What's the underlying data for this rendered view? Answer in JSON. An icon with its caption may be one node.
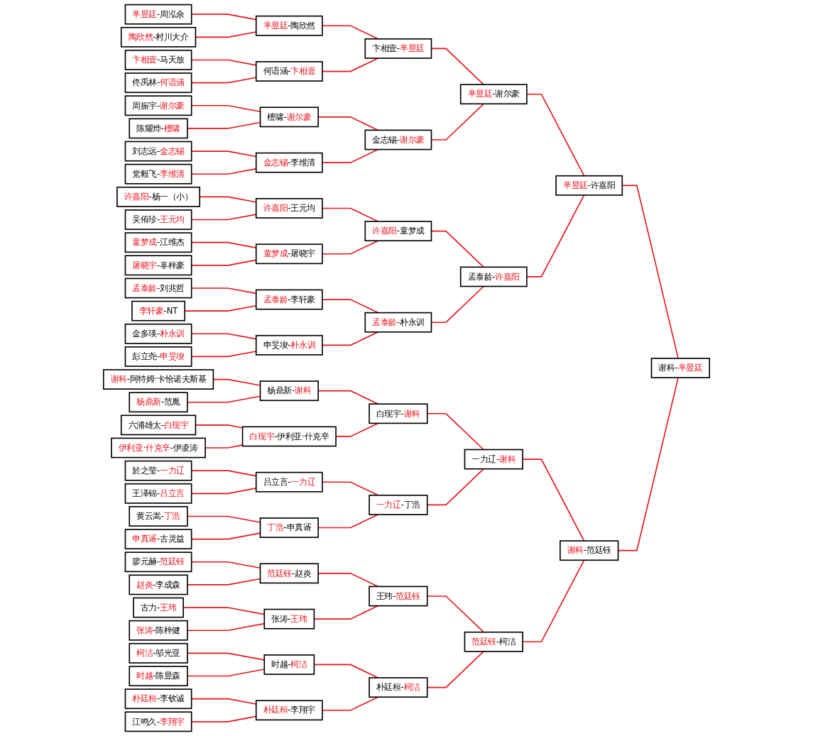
{
  "diagram": {
    "nodes": [
      {
        "text": [
          "**芈昱廷**-周泓余"
        ]
      },
      {
        "text": [
          "**陶欣然**-村川大介"
        ]
      },
      {
        "text": [
          "**卞相壹**-马天放"
        ]
      },
      {
        "text": [
          "佟禹林-**何语涵**"
        ]
      },
      {
        "text": [
          "周振宇-**谢尔豪**"
        ]
      },
      {
        "text": [
          "陈耀烨-**檀啸**"
        ]
      },
      {
        "text": [
          "刘志远-**金志锡**"
        ]
      },
      {
        "text": [
          "党毅飞-**李维清**"
        ]
      },
      {
        "text": [
          "**许嘉阳**-杨一（小）"
        ]
      },
      {
        "text": [
          "吴侑珍-**王元均**"
        ]
      },
      {
        "text": [
          "**童梦成**-江维杰"
        ]
      },
      {
        "text": [
          "**屠晓宇**-辜梓豪"
        ]
      },
      {
        "text": [
          "**孟泰龄**-刘兆哲"
        ]
      },
      {
        "text": [
          "**李轩豪**-NT"
        ]
      },
      {
        "text": [
          "金多瑛-**朴永训**"
        ]
      },
      {
        "text": [
          "彭立尧-**申旻埈**"
        ]
      },
      {
        "text": [
          "**谢科**-阿特姆·卡恰诺夫斯基"
        ]
      },
      {
        "text": [
          "**杨鼎新**-范胤"
        ]
      },
      {
        "text": [
          "六浦雄太-**白现宇**"
        ]
      },
      {
        "text": [
          "**伊利亚·什克辛**-伊凌涛"
        ]
      },
      {
        "text": [
          "於之莹-**一力辽**"
        ]
      },
      {
        "text": [
          "王泽锦-**吕立言**"
        ]
      },
      {
        "text": [
          "黄云嵩-**丁浩**"
        ]
      },
      {
        "text": [
          "**申真谞**-古灵益"
        ]
      },
      {
        "text": [
          "廖元赫-**范廷钰**"
        ]
      },
      {
        "text": [
          "**赵炎**-李成森"
        ]
      },
      {
        "text": [
          "古力-**王玮**"
        ]
      },
      {
        "text": [
          "**张涛**-陈梓健"
        ]
      },
      {
        "text": [
          "**柯洁**-邬光亚"
        ]
      },
      {
        "text": [
          "**时越**-陈昱森"
        ]
      },
      {
        "text": [
          "**朴廷桓**-李钦诚"
        ]
      },
      {
        "text": [
          "江鸣久-**李翔宇**"
        ]
      },
      {
        "text": [
          "**芈昱廷**-陶欣然"
        ]
      },
      {
        "text": [
          "何语涵-**卞相壹**"
        ]
      },
      {
        "text": [
          "檀啸-**谢尔豪**"
        ]
      },
      {
        "text": [
          "**金志锡**-李维清"
        ]
      },
      {
        "text": [
          "**许嘉阳**-王元均"
        ]
      },
      {
        "text": [
          "**童梦成**-屠晓宇"
        ]
      },
      {
        "text": [
          "**孟泰龄**-李轩豪"
        ]
      },
      {
        "text": [
          "申旻埈-**朴永训**"
        ]
      },
      {
        "text": [
          "杨鼎新-**谢科**"
        ]
      },
      {
        "text": [
          "**白现宇**-伊利亚·什克辛"
        ]
      },
      {
        "text": [
          "吕立言-**一力辽**"
        ]
      },
      {
        "text": [
          "**丁浩**-申真谞"
        ]
      },
      {
        "text": [
          "**范廷钰**-赵炎"
        ]
      },
      {
        "text": [
          "张涛-**王玮**"
        ]
      },
      {
        "text": [
          "时越-**柯洁**"
        ]
      },
      {
        "text": [
          "**朴廷桓**-李翔宇"
        ]
      },
      {
        "text": [
          "卞相壹-**芈昱廷**"
        ]
      },
      {
        "text": [
          "金志锡-**谢尔豪**"
        ]
      },
      {
        "text": [
          "**许嘉阳**-童梦成"
        ]
      },
      {
        "text": [
          "**孟泰龄**-朴永训"
        ]
      },
      {
        "text": [
          "白现宇-**谢科**"
        ]
      },
      {
        "text": [
          "**一力辽**-丁浩"
        ]
      },
      {
        "text": [
          "王玮-**范廷钰**"
        ]
      },
      {
        "text": [
          "朴廷桓-**柯洁**"
        ]
      },
      {
        "text": [
          "**芈昱廷**-谢尔豪"
        ]
      },
      {
        "text": [
          "孟泰龄-**许嘉阳**"
        ]
      },
      {
        "text": [
          "一力辽-**谢科**"
        ]
      },
      {
        "text": [
          "**范廷钰**-柯洁"
        ]
      },
      {
        "text": [
          "**芈昱廷**-许嘉阳"
        ]
      },
      {
        "text": [
          "**谢科**-范廷钰"
        ]
      },
      {
        "text": [
          "谢科-**芈昱廷**"
        ]
      }
    ],
    "edges": [
      {
        "from": 0,
        "to": 32,
        "arrow": "none"
      },
      {
        "from": 1,
        "to": 32,
        "arrow": "none"
      },
      {
        "from": 2,
        "to": 33,
        "arrow": "none"
      },
      {
        "from": 3,
        "to": 33,
        "arrow": "none"
      },
      {
        "from": 4,
        "to": 34,
        "arrow": "none"
      },
      {
        "from": 5,
        "to": 34,
        "arrow": "none"
      },
      {
        "from": 6,
        "to": 35,
        "arrow": "none"
      },
      {
        "from": 7,
        "to": 35,
        "arrow": "none"
      },
      {
        "from": 8,
        "to": 36,
        "arrow": "none"
      },
      {
        "from": 9,
        "to": 36,
        "arrow": "none"
      },
      {
        "from": 10,
        "to": 37,
        "arrow": "none"
      },
      {
        "from": 11,
        "to": 37,
        "arrow": "none"
      },
      {
        "from": 12,
        "to": 38,
        "arrow": "none"
      },
      {
        "from": 13,
        "to": 38,
        "arrow": "none"
      },
      {
        "from": 14,
        "to": 39,
        "arrow": "none"
      },
      {
        "from": 15,
        "to": 39,
        "arrow": "none"
      },
      {
        "from": 16,
        "to": 40,
        "arrow": "none"
      },
      {
        "from": 17,
        "to": 40,
        "arrow": "none"
      },
      {
        "from": 18,
        "to": 41,
        "arrow": "none"
      },
      {
        "from": 19,
        "to": 41,
        "arrow": "none"
      },
      {
        "from": 20,
        "to": 42,
        "arrow": "none"
      },
      {
        "from": 21,
        "to": 42,
        "arrow": "none"
      },
      {
        "from": 22,
        "to": 43,
        "arrow": "none"
      },
      {
        "from": 23,
        "to": 43,
        "arrow": "none"
      },
      {
        "from": 24,
        "to": 44,
        "arrow": "none"
      },
      {
        "from": 25,
        "to": 44,
        "arrow": "none"
      },
      {
        "from": 26,
        "to": 45,
        "arrow": "none"
      },
      {
        "from": 27,
        "to": 45,
        "arrow": "none"
      },
      {
        "from": 28,
        "to": 46,
        "arrow": "none"
      },
      {
        "from": 29,
        "to": 46,
        "arrow": "none"
      },
      {
        "from": 30,
        "to": 47,
        "arrow": "none"
      },
      {
        "from": 31,
        "to": 47,
        "arrow": "none"
      },
      {
        "from": 32,
        "to": 48,
        "arrow": "none"
      },
      {
        "from": 33,
        "to": 48,
        "arrow": "none"
      },
      {
        "from": 34,
        "to": 49,
        "arrow": "none"
      },
      {
        "from": 35,
        "to": 49,
        "arrow": "none"
      },
      {
        "from": 36,
        "to": 50,
        "arrow": "none"
      },
      {
        "from": 37,
        "to": 50,
        "arrow": "none"
      },
      {
        "from": 38,
        "to": 51,
        "arrow": "none"
      },
      {
        "from": 39,
        "to": 51,
        "arrow": "none"
      },
      {
        "from": 40,
        "to": 52,
        "arrow": "none"
      },
      {
        "from": 41,
        "to": 52,
        "arrow": "none"
      },
      {
        "from": 42,
        "to": 53,
        "arrow": "none"
      },
      {
        "from": 43,
        "to": 53,
        "arrow": "none"
      },
      {
        "from": 44,
        "to": 54,
        "arrow": "none"
      },
      {
        "from": 45,
        "to": 54,
        "arrow": "none"
      },
      {
        "from": 46,
        "to": 55,
        "arrow": "none"
      },
      {
        "from": 47,
        "to": 55,
        "arrow": "none"
      },
      {
        "from": 48,
        "to": 56,
        "arrow": "none"
      },
      {
        "from": 49,
        "to": 56,
        "arrow": "none"
      },
      {
        "from": 50,
        "to": 57,
        "arrow": "none"
      },
      {
        "from": 51,
        "to": 57,
        "arrow": "none"
      },
      {
        "from": 52,
        "to": 58,
        "arrow": "none"
      },
      {
        "from": 53,
        "to": 58,
        "arrow": "none"
      },
      {
        "from": 54,
        "to": 59,
        "arrow": "none"
      },
      {
        "from": 55,
        "to": 59,
        "arrow": "none"
      },
      {
        "from": 56,
        "to": 60,
        "arrow": "none"
      },
      {
        "from": 57,
        "to": 60,
        "arrow": "none"
      },
      {
        "from": 58,
        "to": 61,
        "arrow": "none"
      },
      {
        "from": 59,
        "to": 61,
        "arrow": "none"
      },
      {
        "from": 60,
        "to": 62,
        "arrow": "none"
      },
      {
        "from": 61,
        "to": 62,
        "arrow": "none"
      }
    ]
  }
}
